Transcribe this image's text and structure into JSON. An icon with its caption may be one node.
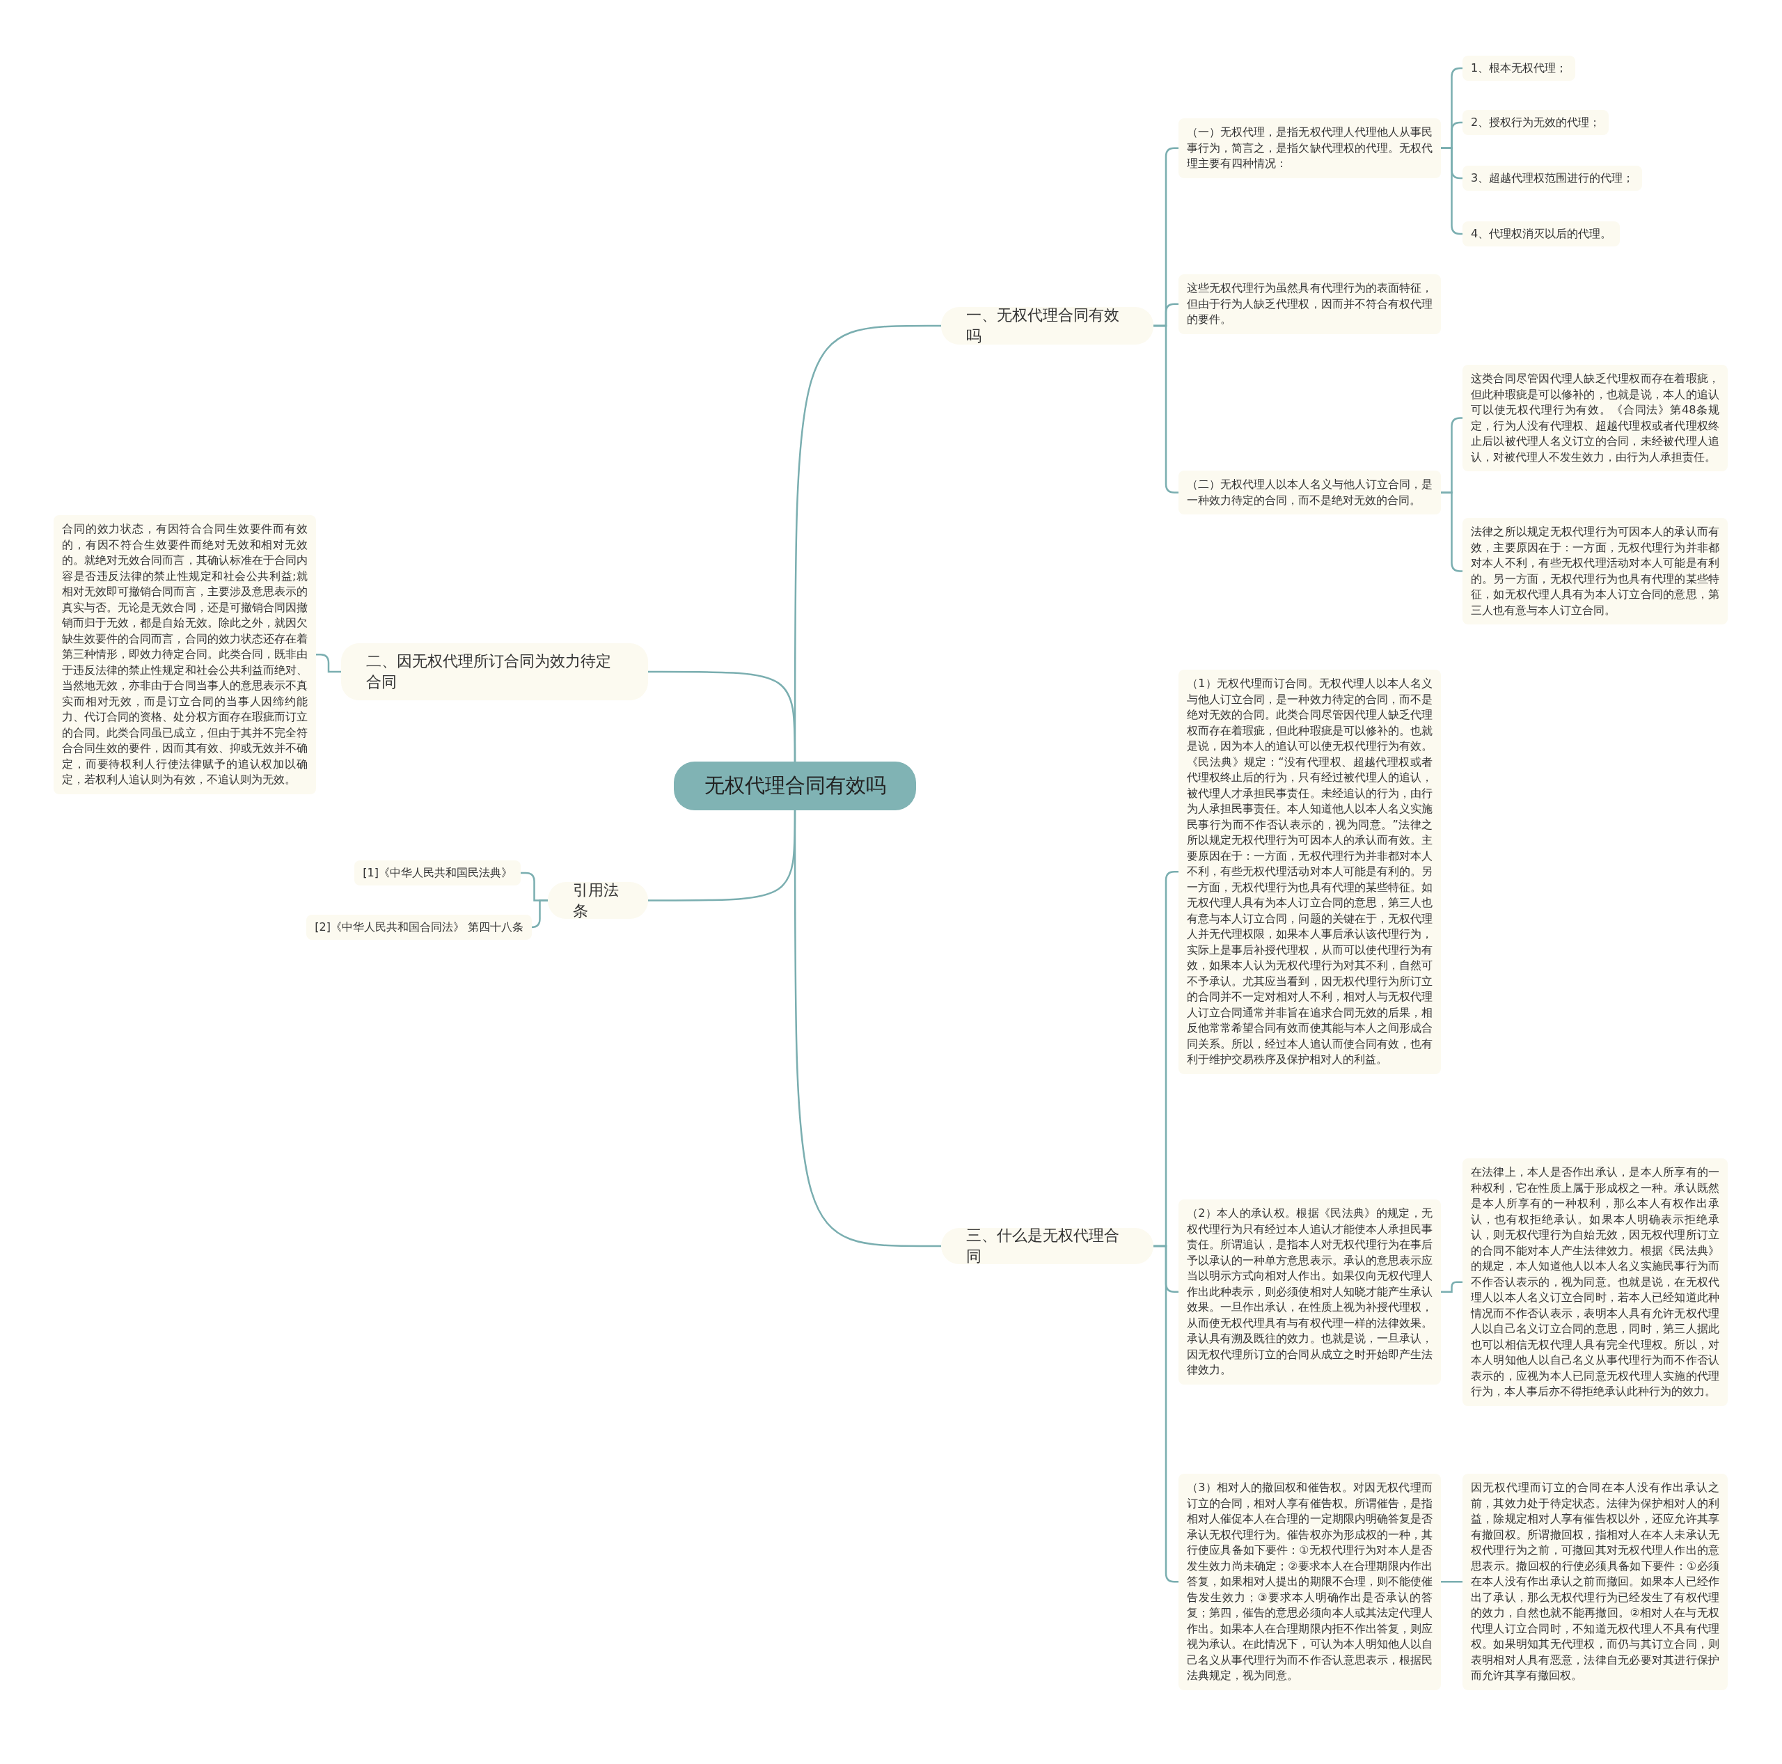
{
  "diagram": {
    "nodes": [
      {
        "text": [
          "无权代理合同有效吗"
        ]
      },
      {
        "text": [
          "一、无权代理合同有效吗"
        ]
      },
      {
        "text": [
          "（一）无权代理，是指无权代理人代理他人从事民事行为，简言之，是指欠缺代理权的代理。无权代理主要有四种情况："
        ]
      },
      {
        "text": [
          "1、根本无权代理；"
        ]
      },
      {
        "text": [
          "2、授权行为无效的代理；"
        ]
      },
      {
        "text": [
          "3、超越代理权范围进行的代理；"
        ]
      },
      {
        "text": [
          "4、代理权消灭以后的代理。"
        ]
      },
      {
        "text": [
          "这些无权代理行为虽然具有代理行为的表面特征，但由于行为人缺乏代理权，因而并不符合有权代理的要件。"
        ]
      },
      {
        "text": [
          "（二）无权代理人以本人名义与他人订立合同，是一种效力待定的合同，而不是绝对无效的合同。"
        ]
      },
      {
        "text": [
          "这类合同尽管因代理人缺乏代理权而存在着瑕疵，但此种瑕疵是可以修补的，也就是说，本人的追认可以使无权代理行为有效。《合同法》第48条规定，行为人没有代理权、超越代理权或者代理权终止后以被代理人名义订立的合同，未经被代理人追认，对被代理人不发生效力，由行为人承担责任。"
        ]
      },
      {
        "text": [
          "法律之所以规定无权代理行为可因本人的承认而有效，主要原因在于：一方面，无权代理行为并非都对本人不利，有些无权代理活动对本人可能是有利的。另一方面，无权代理行为也具有代理的某些特征，如无权代理人具有为本人订立合同的意思，第三人也有意与本人订立合同。"
        ]
      },
      {
        "text": [
          "二、因无权代理所订合同为效力待定合同"
        ]
      },
      {
        "text": [
          "合同的效力状态，有因符合合同生效要件而有效的，有因不符合生效要件而绝对无效和相对无效的。就绝对无效合同而言，其确认标准在于合同内容是否违反法律的禁止性规定和社会公共利益;就相对无效即可撤销合同而言，主要涉及意思表示的真实与否。无论是无效合同，还是可撤销合同因撤销而归于无效，都是自始无效。除此之外，就因欠缺生效要件的合同而言，合同的效力状态还存在着第三种情形，即效力待定合同。此类合同，既非由于违反法律的禁止性规定和社会公共利益而绝对、当然地无效，亦非由于合同当事人的意思表示不真实而相对无效，而是订立合同的当事人因缔约能力、代订合同的资格、处分权方面存在瑕疵而订立的合同。此类合同虽已成立，但由于其并不完全符合合同生效的要件，因而其有效、抑或无效并不确定，而要待权利人行使法律赋予的追认权加以确定，若权利人追认则为有效，不追认则为无效。"
        ]
      },
      {
        "text": [
          "引用法条"
        ]
      },
      {
        "text": [
          "[1]《中华人民共和国民法典》"
        ]
      },
      {
        "text": [
          "[2]《中华人民共和国合同法》 第四十八条"
        ]
      },
      {
        "text": [
          "三、什么是无权代理合同"
        ]
      },
      {
        "text": [
          "（1）无权代理而订合同。无权代理人以本人名义与他人订立合同，是一种效力待定的合同，而不是绝对无效的合同。此类合同尽管因代理人缺乏代理权而存在着瑕疵，但此种瑕疵是可以修补的。也就是说，因为本人的追认可以使无权代理行为有效。《民法典》规定：“没有代理权、超越代理权或者代理权终止后的行为，只有经过被代理人的追认，被代理人才承担民事责任。未经追认的行为，由行为人承担民事责任。本人知道他人以本人名义实施民事行为而不作否认表示的，视为同意。”法律之所以规定无权代理行为可因本人的承认而有效。主要原因在于：一方面，无权代理行为并非都对本人不利，有些无权代理活动对本人可能是有利的。另一方面，无权代理行为也具有代理的某些特征。如无权代理人具有为本人订立合同的意思，第三人也有意与本人订立合同，问题的关键在于，无权代理人并无代理权限，如果本人事后承认该代理行为，实际上是事后补授代理权，从而可以使代理行为有效，如果本人认为无权代理行为对其不利，自然可不予承认。尤其应当看到，因无权代理行为所订立的合同并不一定对相对人不利，相对人与无权代理人订立合同通常并非旨在追求合同无效的后果，相反他常常希望合同有效而使其能与本人之间形成合同关系。所以，经过本人追认而使合同有效，也有利于维护交易秩序及保护相对人的利益。"
        ]
      },
      {
        "text": [
          "（2）本人的承认权。根据《民法典》的规定，无权代理行为只有经过本人追认才能使本人承担民事责任。所谓追认，是指本人对无权代理行为在事后予以承认的一种单方意思表示。承认的意思表示应当以明示方式向相对人作出。如果仅向无权代理人作出此种表示，则必须使相对人知晓才能产生承认效果。一旦作出承认，在性质上视为补授代理权，从而使无权代理具有与有权代理一样的法律效果。承认具有溯及既往的效力。也就是说，一旦承认，因无权代理所订立的合同从成立之时开始即产生法律效力。"
        ]
      },
      {
        "text": [
          "在法律上，本人是否作出承认，是本人所享有的一种权利，它在性质上属于形成权之一种。承认既然是本人所享有的一种权利，那么本人有权作出承认，也有权拒绝承认。如果本人明确表示拒绝承认，则无权代理行为自始无效，因无权代理所订立的合同不能对本人产生法律效力。根据《民法典》的规定，本人知道他人以本人名义实施民事行为而不作否认表示的，视为同意。也就是说，在无权代理人以本人名义订立合同时，若本人已经知道此种情况而不作否认表示，表明本人具有允许无权代理人以自己名义订立合同的意思，同时，第三人据此也可以相信无权代理人具有完全代理权。所以，对本人明知他人以自己名义从事代理行为而不作否认表示的，应视为本人已同意无权代理人实施的代理行为，本人事后亦不得拒绝承认此种行为的效力。"
        ]
      },
      {
        "text": [
          "（3）相对人的撤回权和催告权。对因无权代理而订立的合同，相对人享有催告权。所谓催告，是指相对人催促本人在合理的一定期限内明确答复是否承认无权代理行为。催告权亦为形成权的一种，其行使应具备如下要件：①无权代理行为对本人是否发生效力尚未确定；②要求本人在合理期限内作出答复，如果相对人提出的期限不合理，则不能使催告发生效力；③要求本人明确作出是否承认的答复；第四，催告的意思必须向本人或其法定代理人作出。如果本人在合理期限内拒不作出答复，则应视为承认。在此情况下，可认为本人明知他人以自己名义从事代理行为而不作否认意思表示，根据民法典规定，视为同意。"
        ]
      },
      {
        "text": [
          "因无权代理而订立的合同在本人没有作出承认之前，其效力处于待定状态。法律为保护相对人的利益，除规定相对人享有催告权以外，还应允许其享有撤回权。所谓撤回权，指相对人在本人未承认无权代理行为之前，可撤回其对无权代理人作出的意思表示。撤回权的行使必须具备如下要件：①必须在本人没有作出承认之前而撤回。如果本人已经作出了承认，那么无权代理行为已经发生了有权代理的效力，自然也就不能再撤回。②相对人在与无权代理人订立合同时，不知道无权代理人不具有代理权。如果明知其无代理权，而仍与其订立合同，则表明相对人具有恶意，法律自无必要对其进行保护而允许其享有撤回权。"
        ]
      }
    ],
    "edges": [
      {
        "from": 0,
        "to": 1,
        "arrow": "none"
      },
      {
        "from": 1,
        "to": 2,
        "arrow": "none"
      },
      {
        "from": 2,
        "to": 3,
        "arrow": "none"
      },
      {
        "from": 2,
        "to": 4,
        "arrow": "none"
      },
      {
        "from": 2,
        "to": 5,
        "arrow": "none"
      },
      {
        "from": 2,
        "to": 6,
        "arrow": "none"
      },
      {
        "from": 1,
        "to": 7,
        "arrow": "none"
      },
      {
        "from": 1,
        "to": 8,
        "arrow": "none"
      },
      {
        "from": 8,
        "to": 9,
        "arrow": "none"
      },
      {
        "from": 8,
        "to": 10,
        "arrow": "none"
      },
      {
        "from": 0,
        "to": 11,
        "arrow": "none"
      },
      {
        "from": 11,
        "to": 12,
        "arrow": "none"
      },
      {
        "from": 0,
        "to": 13,
        "arrow": "none"
      },
      {
        "from": 13,
        "to": 14,
        "arrow": "none"
      },
      {
        "from": 13,
        "to": 15,
        "arrow": "none"
      },
      {
        "from": 0,
        "to": 16,
        "arrow": "none"
      },
      {
        "from": 16,
        "to": 17,
        "arrow": "none"
      },
      {
        "from": 16,
        "to": 18,
        "arrow": "none"
      },
      {
        "from": 18,
        "to": 19,
        "arrow": "none"
      },
      {
        "from": 16,
        "to": 20,
        "arrow": "none"
      },
      {
        "from": 20,
        "to": 21,
        "arrow": "none"
      }
    ]
  }
}
